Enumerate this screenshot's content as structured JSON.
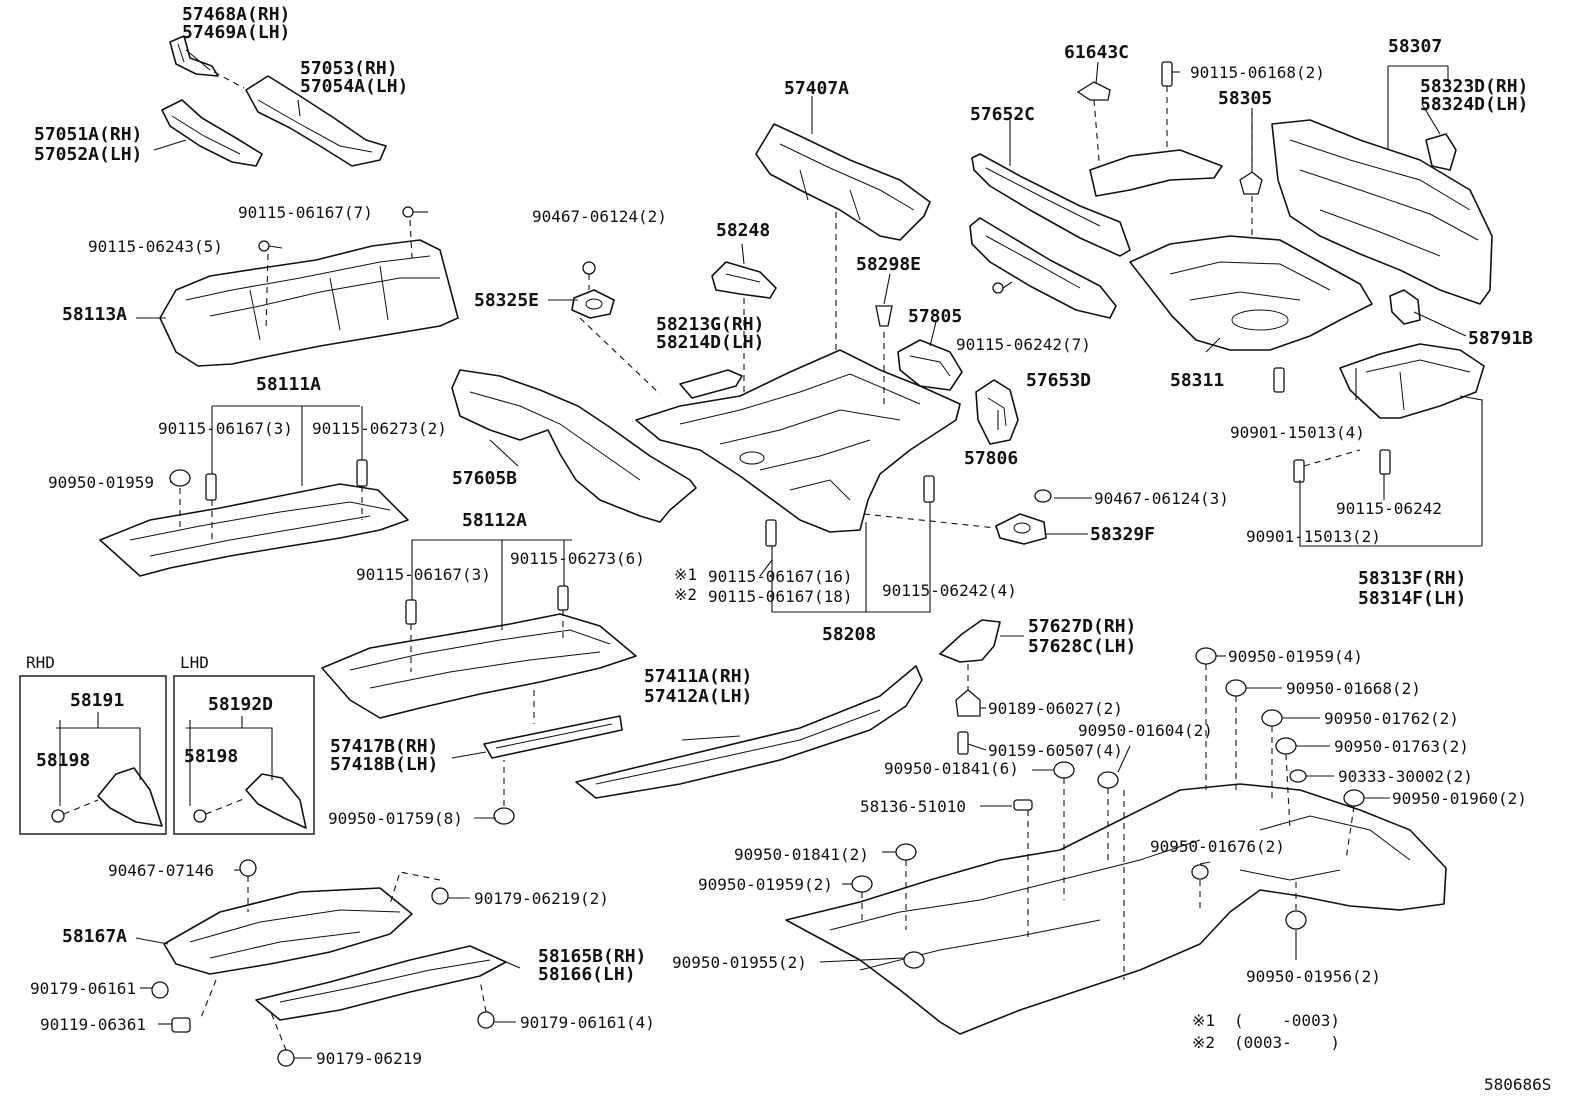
{
  "diagram_id": "580686S",
  "labels": {
    "l57468A": "57468A(RH)",
    "l57469A": "57469A(LH)",
    "l57053": "57053(RH)",
    "l57054A": "57054A(LH)",
    "l57051A": "57051A(RH)",
    "l57052A": "57052A(LH)",
    "l90115_06167_7": "90115-06167(7)",
    "l90115_06243_5": "90115-06243(5)",
    "l58113A": "58113A",
    "l58111A": "58111A",
    "l90115_06167_3a": "90115-06167(3)",
    "l90115_06273_2": "90115-06273(2)",
    "l90950_01959": "90950-01959",
    "l90467_06124_2": "90467-06124(2)",
    "l58325E": "58325E",
    "l58248": "58248",
    "l58213G": "58213G(RH)",
    "l58214D": "58214D(LH)",
    "l57605B": "57605B",
    "l57407A": "57407A",
    "l58298E": "58298E",
    "l57805": "57805",
    "l57652C": "57652C",
    "l61643C": "61643C",
    "l90115_06168_2": "90115-06168(2)",
    "l58305": "58305",
    "l58307": "58307",
    "l58323D": "58323D(RH)",
    "l58324D": "58324D(LH)",
    "l90115_06242_7": "90115-06242(7)",
    "l57653D": "57653D",
    "l57806": "57806",
    "l58311": "58311",
    "l58791B": "58791B",
    "l90901_15013_4": "90901-15013(4)",
    "l90467_06124_3": "90467-06124(3)",
    "l58329F": "58329F",
    "l90115_06242": "90115-06242",
    "l90901_15013_2": "90901-15013(2)",
    "l58313F": "58313F(RH)",
    "l58314F": "58314F(LH)",
    "l58112A": "58112A",
    "l90115_06167_3b": "90115-06167(3)",
    "l90115_06273_6": "90115-06273(6)",
    "l_x1": "※1",
    "l90115_06167_16": "90115-06167(16)",
    "l_x2": "※2",
    "l90115_06167_18": "90115-06167(18)",
    "l90115_06242_4": "90115-06242(4)",
    "l58208": "58208",
    "l57627D": "57627D(RH)",
    "l57628C": "57628C(LH)",
    "l90950_01959_4": "90950-01959(4)",
    "l90950_01668_2": "90950-01668(2)",
    "l90950_01762_2": "90950-01762(2)",
    "l90950_01763_2": "90950-01763(2)",
    "l90333_30002_2": "90333-30002(2)",
    "l90950_01960_2": "90950-01960(2)",
    "l90189_06027_2": "90189-06027(2)",
    "l90159_60507_4": "90159-60507(4)",
    "l90950_01604_2": "90950-01604(2)",
    "l90950_01841_6": "90950-01841(6)",
    "l58136_51010": "58136-51010",
    "l57411A": "57411A(RH)",
    "l57412A": "57412A(LH)",
    "l57417B": "57417B(RH)",
    "l57418B": "57418B(LH)",
    "l90950_01759_8": "90950-01759(8)",
    "rhd": "RHD",
    "lhd": "LHD",
    "l58191": "58191",
    "l58198a": "58198",
    "l58192D": "58192D",
    "l58198b": "58198",
    "l90467_07146": "90467-07146",
    "l90179_06219_2": "90179-06219(2)",
    "l58167A": "58167A",
    "l90179_06161": "90179-06161",
    "l90119_06361": "90119-06361",
    "l58165B": "58165B(RH)",
    "l58166": "58166(LH)",
    "l90179_06161_4": "90179-06161(4)",
    "l90179_06219": "90179-06219",
    "l90950_01841_2": "90950-01841(2)",
    "l90950_01959_2": "90950-01959(2)",
    "l90950_01955_2": "90950-01955(2)",
    "l90950_01676_2": "90950-01676(2)",
    "l90950_01956_2": "90950-01956(2)",
    "fn1_mark": "※1",
    "fn1_range": "(    -0003)",
    "fn2_mark": "※2",
    "fn2_range": "(0003-    )"
  }
}
